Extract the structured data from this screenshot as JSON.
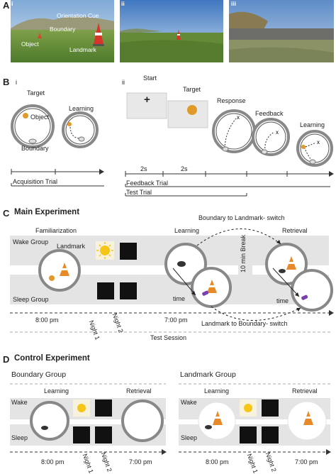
{
  "panel_a": {
    "letter": "A",
    "screens": [
      {
        "roman": "i",
        "labels": {
          "orientation_cue": "Orientation Cue",
          "boundary": "Boundary",
          "object": "Object",
          "landmark": "Landmark"
        }
      },
      {
        "roman": "ii"
      },
      {
        "roman": "iii"
      }
    ]
  },
  "panel_b": {
    "letter": "B",
    "sub_i": "i",
    "sub_ii": "ii",
    "target": "Target",
    "object": "Object",
    "boundary": "Boundary",
    "learning": "Learning",
    "acquisition_trial": "Acquisition Trial",
    "start": "Start",
    "target2": "Target",
    "response": "Response",
    "feedback": "Feedback",
    "learning2": "Learning",
    "plus": "+",
    "t1": "2s",
    "t2": "2s",
    "feedback_trial": "Feedback Trial",
    "test_trial": "Test Trial"
  },
  "panel_c": {
    "letter": "C",
    "title": "Main Experiment",
    "familiarization": "Familiarization",
    "wake_group": "Wake Group",
    "sleep_group": "Sleep Group",
    "landmark": "Landmark",
    "learning": "Learning",
    "retrieval": "Retrieval",
    "boundary_switch": "Boundary to Landmark- switch",
    "landmark_switch": "Landmark to Boundary- switch",
    "break": "10 min Break",
    "time1": "time",
    "time2": "time",
    "t800": "8:00 pm",
    "night1": "Night 1",
    "night2": "Night 2",
    "t700": "7:00 pm",
    "test_session": "Test Session"
  },
  "panel_d": {
    "letter": "D",
    "title": "Control Experiment",
    "boundary_group": {
      "title": "Boundary Group",
      "learning": "Learning",
      "retrieval": "Retrieval",
      "wake": "Wake",
      "sleep": "Sleep",
      "t800": "8:00 pm",
      "night1": "Night 1",
      "night2": "Night 2",
      "t700": "7:00 pm"
    },
    "landmark_group": {
      "title": "Landmark Group",
      "learning": "Learning",
      "retrieval": "Retrieval",
      "wake": "Wake",
      "sleep": "Sleep",
      "t800": "8:00 pm",
      "night1": "Night 1",
      "night2": "Night 2",
      "t700": "7:00 pm"
    }
  },
  "colors": {
    "band": "#e4e4e4",
    "grass": "#6f9a3e",
    "sky": "#9ec3e6",
    "cone": "#e8892a",
    "sun": "#f5c518",
    "purple": "#7a3fb0"
  }
}
